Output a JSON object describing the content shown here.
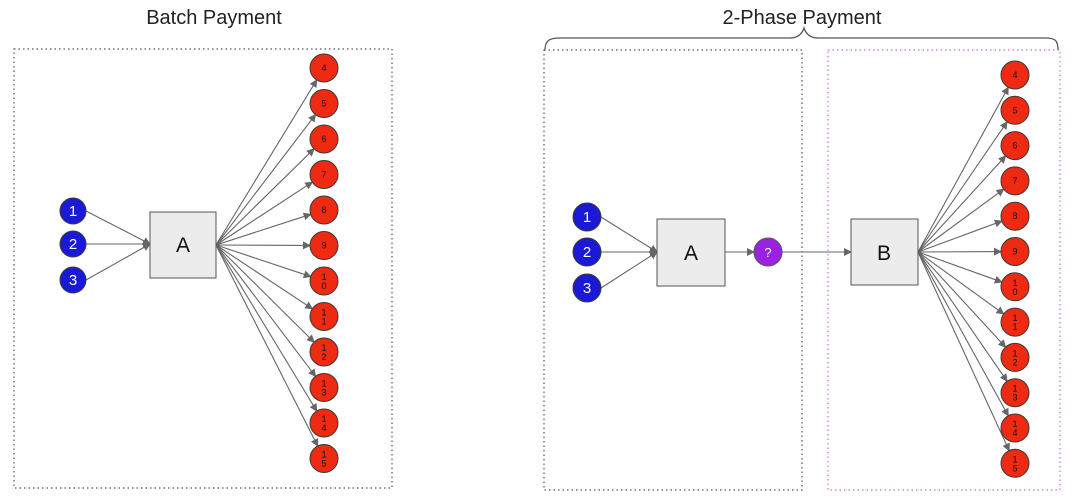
{
  "colors": {
    "input_node": "#1a1ad6",
    "output_node": "#ee2a12",
    "unknown_node": "#9a22e0",
    "box_fill": "#ececec",
    "arrow": "#666666",
    "dotted_border": "#555555",
    "pink_border": "#d06ad8"
  },
  "batch": {
    "title": "Batch Payment",
    "box_label": "A",
    "inputs": [
      "1",
      "2",
      "3"
    ],
    "outputs": [
      "4",
      "5",
      "6",
      "7",
      "8",
      "9",
      "10",
      "11",
      "12",
      "13",
      "14",
      "15"
    ]
  },
  "two_phase": {
    "title": "2-Phase Payment",
    "box_a_label": "A",
    "box_b_label": "B",
    "intermediate_label": "?",
    "inputs": [
      "1",
      "2",
      "3"
    ],
    "outputs": [
      "4",
      "5",
      "6",
      "7",
      "8",
      "9",
      "10",
      "11",
      "12",
      "13",
      "14",
      "15"
    ]
  }
}
